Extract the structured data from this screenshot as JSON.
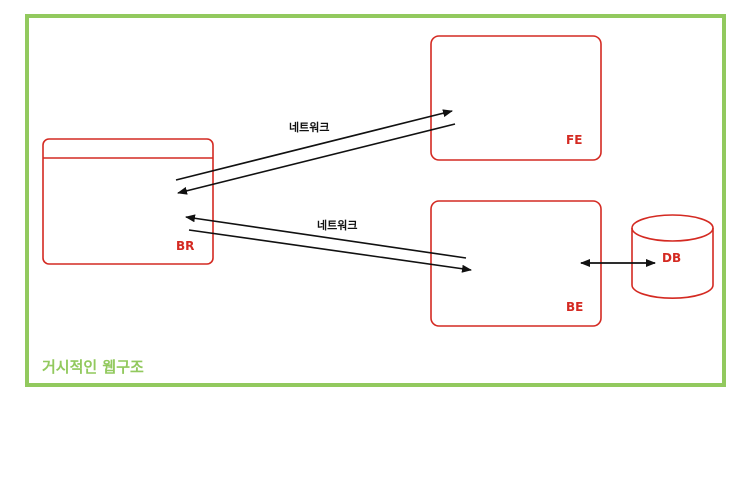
{
  "frame": {
    "label": "거시적인 웹구조",
    "color": "#92c95e"
  },
  "nodes": {
    "browser": {
      "label": "BR"
    },
    "frontend": {
      "label": "FE"
    },
    "backend": {
      "label": "BE"
    },
    "database": {
      "label": "DB"
    }
  },
  "connections": {
    "br_fe": {
      "label": "네트워크"
    },
    "br_be": {
      "label": "네트워크"
    }
  },
  "colors": {
    "node_stroke": "#d42a22",
    "node_text": "#d42a22",
    "arrow": "#111111"
  }
}
